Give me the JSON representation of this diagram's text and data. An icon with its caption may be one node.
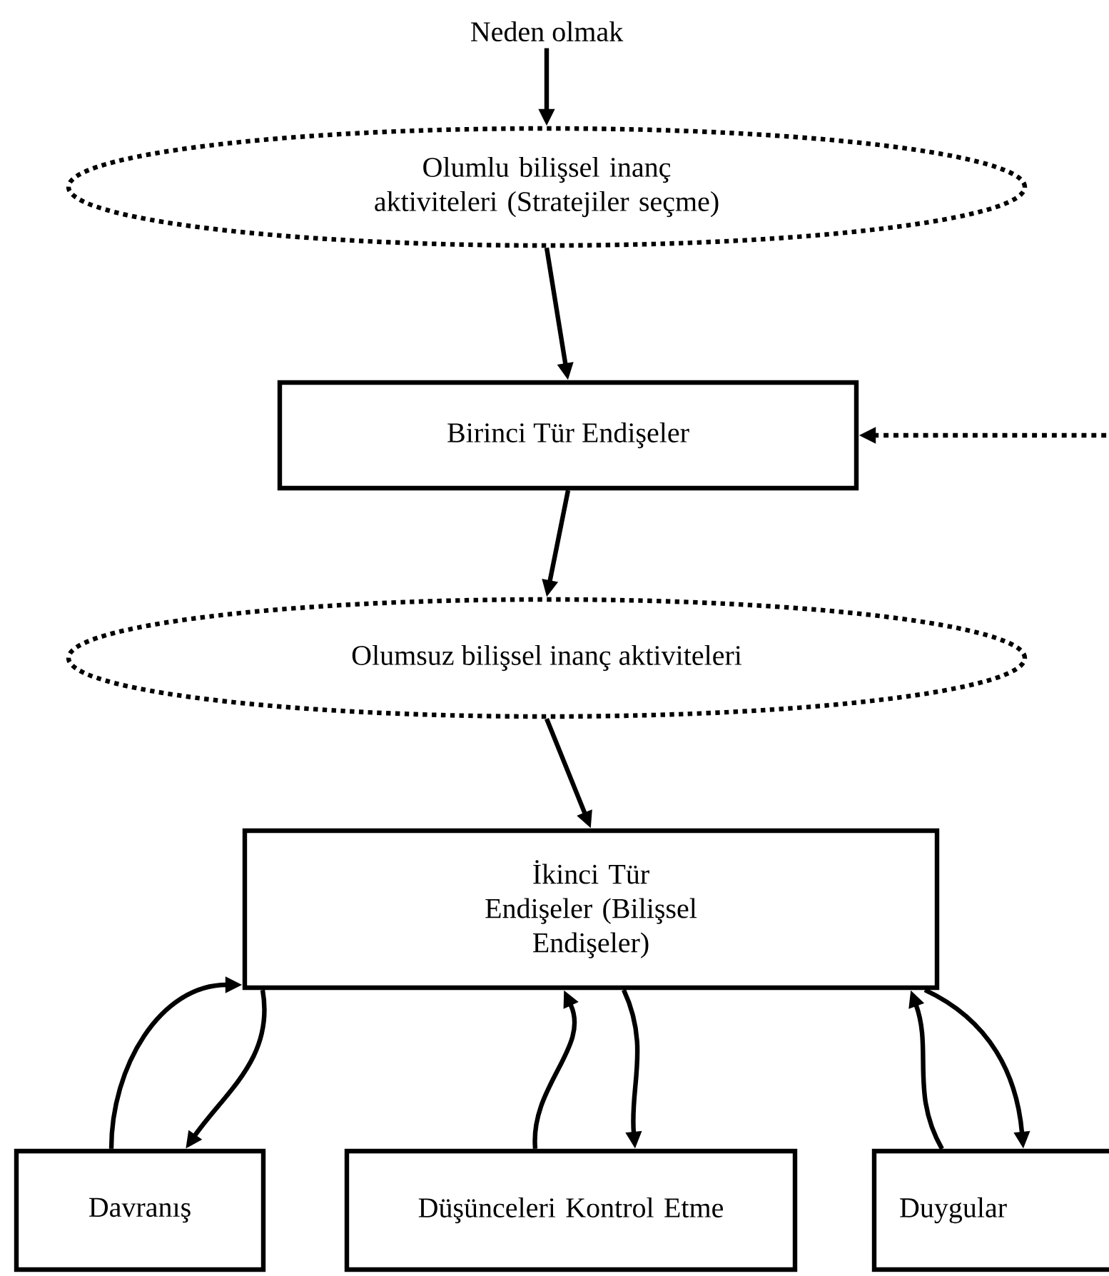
{
  "diagram": {
    "nodes": [
      {
        "text": [
          "Neden olmak"
        ]
      },
      {
        "text": [
          "Olumlu bilişsel inanç aktiviteleri (Stratejiler seçme)"
        ]
      },
      {
        "text": [
          "Birinci Tür Endişeler"
        ]
      },
      {
        "text": [
          "Olumsuz bilişsel inanç aktiviteleri"
        ]
      },
      {
        "text": [
          "İkinci Tür Endişeler (Bilişsel Endişeler)"
        ]
      },
      {
        "text": [
          "Davranış"
        ]
      },
      {
        "text": [
          "Düşünceleri Kontrol Etme"
        ]
      },
      {
        "text": [
          "Duygular"
        ]
      }
    ],
    "edges": [
      {
        "from": 0,
        "to": 1,
        "arrow": "to"
      },
      {
        "from": 1,
        "to": 2,
        "arrow": "to"
      },
      {
        "from": null,
        "to": 2,
        "arrow": "to",
        "style": "dashed"
      },
      {
        "from": 2,
        "to": 3,
        "arrow": "to"
      },
      {
        "from": 3,
        "to": 4,
        "arrow": "to"
      },
      {
        "from": 5,
        "to": 4,
        "arrow": "to"
      },
      {
        "from": 4,
        "to": 5,
        "arrow": "to"
      },
      {
        "from": 6,
        "to": 4,
        "arrow": "to"
      },
      {
        "from": 4,
        "to": 6,
        "arrow": "to"
      },
      {
        "from": 7,
        "to": 4,
        "arrow": "to"
      },
      {
        "from": 4,
        "to": 7,
        "arrow": "to"
      }
    ]
  }
}
